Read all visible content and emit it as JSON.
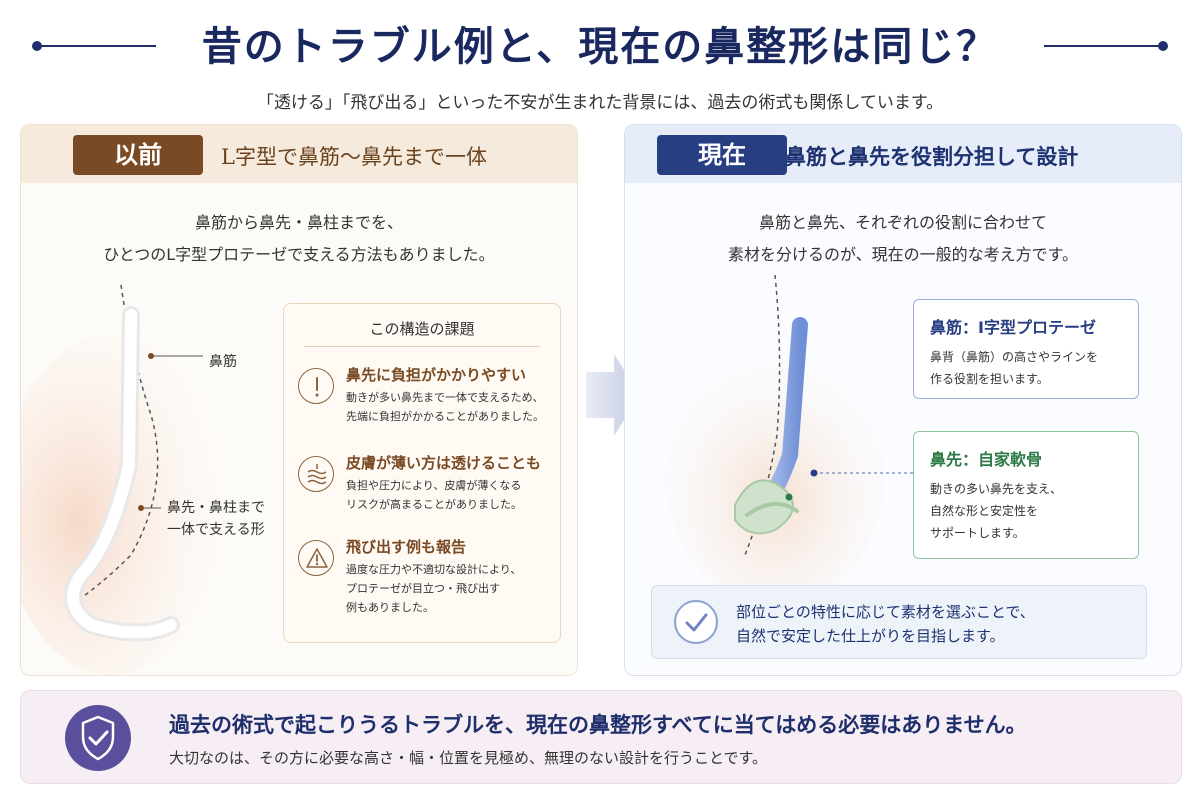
{
  "header": {
    "title": "昔のトラブル例と、現在の鼻整形は同じ？",
    "subtitle": "「透ける」「飛び出る」といった不安が生まれた背景には、過去の術式も関係しています。"
  },
  "before": {
    "tag": "以前",
    "heading": "L字型で鼻筋〜鼻先まで一体",
    "desc_line1": "鼻筋から鼻先・鼻柱までを、",
    "desc_line2": "ひとつのL字型プロテーゼで支える方法もありました。",
    "label_bridge": "鼻筋",
    "label_tip_line1": "鼻先・鼻柱まで",
    "label_tip_line2": "一体で支える形",
    "issues_title": "この構造の課題",
    "issues": [
      {
        "head": "鼻先に負担がかかりやすい",
        "line1": "動きが多い鼻先まで一体で支えるため、",
        "line2": "先端に負担がかかることがありました。",
        "line3": "",
        "icon": "warning-circle-icon"
      },
      {
        "head": "皮膚が薄い方は透けることも",
        "line1": "負担や圧力により、皮膚が薄くなる",
        "line2": "リスクが高まることがありました。",
        "line3": "",
        "icon": "skin-layer-icon"
      },
      {
        "head": "飛び出す例も報告",
        "line1": "過度な圧力や不適切な設計により、",
        "line2": "プロテーゼが目立つ・飛び出す",
        "line3": "例もありました。",
        "icon": "warning-triangle-icon"
      }
    ],
    "colors": {
      "accent": "#7a4a24"
    }
  },
  "now": {
    "tag": "現在",
    "heading": "鼻筋と鼻先を役割分担して設計",
    "desc_line1": "鼻筋と鼻先、それぞれの役割に合わせて",
    "desc_line2": "素材を分けるのが、現在の一般的な考え方です。",
    "card_bridge": {
      "title": "鼻筋：I字型プロテーゼ",
      "line1": "鼻背（鼻筋）の高さやラインを",
      "line2": "作る役割を担います。"
    },
    "card_tip": {
      "title": "鼻先：自家軟骨",
      "line1": "動きの多い鼻先を支え、",
      "line2": "自然な形と安定性を",
      "line3": "サポートします。"
    },
    "check_line1": "部位ごとの特性に応じて素材を選ぶことで、",
    "check_line2": "自然で安定した仕上がりを目指します。",
    "colors": {
      "accent": "#273e82",
      "green": "#2c7a45"
    }
  },
  "banner": {
    "headline": "過去の術式で起こりうるトラブルを、現在の鼻整形すべてに当てはめる必要はありません。",
    "sub": "大切なのは、その方に必要な高さ・幅・位置を見極め、無理のない設計を行うことです。",
    "icon": "shield-check-icon"
  }
}
